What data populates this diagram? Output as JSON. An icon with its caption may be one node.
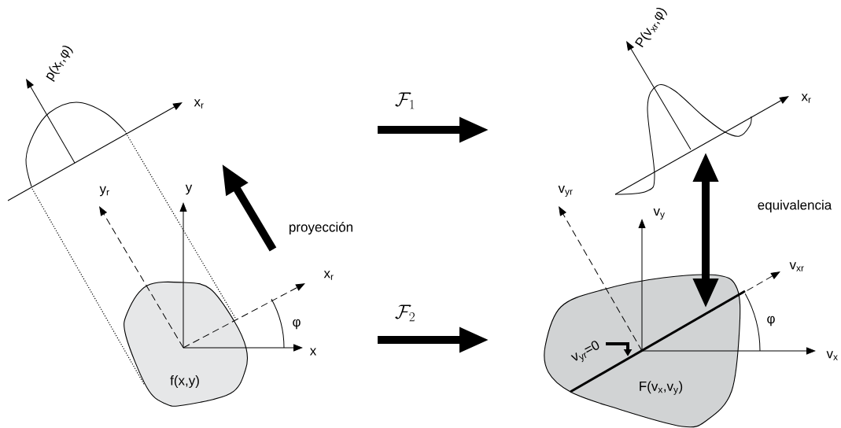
{
  "diagram": {
    "nodes": [
      {
        "text": [
          "p(x$_{r}$,φ)"
        ]
      },
      {
        "text": [
          "f(x,y)"
        ]
      },
      {
        "text": [
          "P(v$_{xr}$,φ)"
        ]
      },
      {
        "text": [
          "F(v$_{x}$,v$_{y}$)"
        ]
      }
    ],
    "edges": [
      {
        "from": 0,
        "to": 1,
        "arrow": "none",
        "style": "dashed"
      },
      {
        "from": 0,
        "to": 1,
        "arrow": "none",
        "style": "dashed"
      },
      {
        "from": 3,
        "to": 2,
        "arrow": "both",
        "label": "equivalencia",
        "style": "thick"
      }
    ],
    "labels": [
      "x$_{r}$",
      "\\mathcal{F}_1",
      "x$_{r}$",
      "y$_{r}$",
      "y",
      "proyección",
      "v$_{yr}$",
      "v$_{y}$",
      "x$_{r}$",
      "v$_{xr}$",
      "\\mathcal{F}_2",
      "φ",
      "φ",
      "x",
      "v$_{x}$",
      "v$_{yr}$=0"
    ]
  }
}
